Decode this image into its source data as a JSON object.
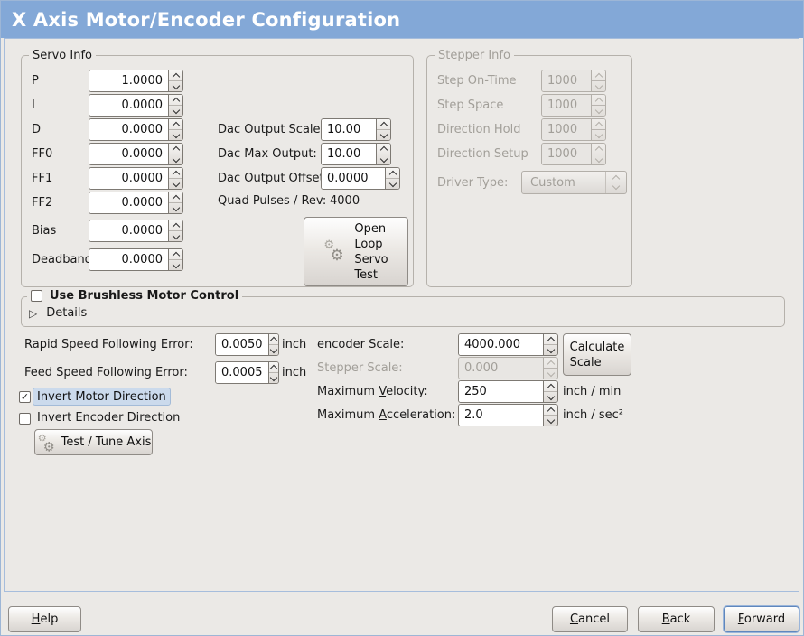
{
  "window": {
    "title": "X Axis Motor/Encoder Configuration"
  },
  "colors": {
    "titlebar": "#83a8d7",
    "background": "#ebe9e6",
    "focus_ring": "#5f87bd",
    "highlight": "#cbdaec"
  },
  "icons": {
    "gear": "⚙",
    "triangle": "▷",
    "check": "✓"
  },
  "servo_info": {
    "legend": "Servo Info",
    "fields": [
      {
        "label": "P",
        "value": "1.0000"
      },
      {
        "label": "I",
        "value": "0.0000"
      },
      {
        "label": "D",
        "value": "0.0000"
      },
      {
        "label": "FF0",
        "value": "0.0000"
      },
      {
        "label": "FF1",
        "value": "0.0000"
      },
      {
        "label": "FF2",
        "value": "0.0000"
      },
      {
        "label": "Bias",
        "value": "0.0000"
      },
      {
        "label": "Deadband",
        "value": "0.0000"
      }
    ]
  },
  "dac": {
    "rows": [
      {
        "label": "Dac Output Scale:",
        "value": "10.00"
      },
      {
        "label": "Dac Max Output:",
        "value": "10.00"
      },
      {
        "label": "Dac Output Offset:",
        "value": "0.0000"
      }
    ],
    "quad_label": "Quad Pulses / Rev:",
    "quad_value": "4000",
    "open_loop_button": "Open\nLoop\nServo\nTest"
  },
  "stepper_info": {
    "legend": "Stepper Info",
    "fields": [
      {
        "label": "Step On-Time",
        "value": "1000"
      },
      {
        "label": "Step Space",
        "value": "1000"
      },
      {
        "label": "Direction Hold",
        "value": "1000"
      },
      {
        "label": "Direction Setup",
        "value": "1000"
      }
    ],
    "driver_type_label": "Driver Type:",
    "driver_type_value": "Custom"
  },
  "brushless": {
    "checkbox_label": "Use Brushless Motor Control",
    "check_glyph": "",
    "details_label": "Details"
  },
  "following_error": {
    "rapid_label": "Rapid Speed Following Error:",
    "rapid_value": "0.0050",
    "rapid_unit": "inch",
    "feed_label": "Feed Speed Following Error:",
    "feed_value": "0.0005",
    "feed_unit": "inch"
  },
  "scales": {
    "encoder_label": "encoder Scale:",
    "encoder_value": "4000.000",
    "calculate_button": "Calculate\nScale",
    "stepper_label": "Stepper Scale:",
    "stepper_value": "0.000",
    "max_velocity": {
      "pre": "Maximum ",
      "key": "V",
      "post": "elocity:"
    },
    "max_velocity_value": "250",
    "max_velocity_unit": "inch / min",
    "max_accel": {
      "pre": "Maximum ",
      "key": "A",
      "post": "cceleration:"
    },
    "max_accel_value": "2.0",
    "max_accel_unit": "inch / sec²"
  },
  "inverts": {
    "motor_label": "Invert Motor Direction",
    "motor_check": "✓",
    "encoder_label": "Invert Encoder Direction",
    "encoder_check": ""
  },
  "test_tune_button": "Test / Tune Axis",
  "footer": {
    "help": {
      "key": "H",
      "post": "elp"
    },
    "cancel": {
      "key": "C",
      "post": "ancel"
    },
    "back": {
      "key": "B",
      "post": "ack"
    },
    "forward": {
      "key": "F",
      "post": "orward"
    }
  }
}
